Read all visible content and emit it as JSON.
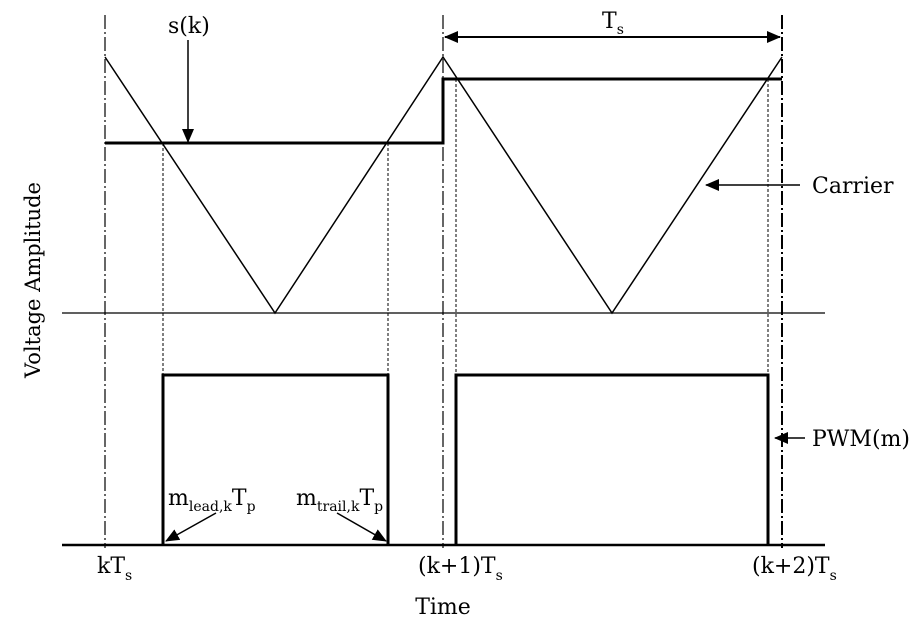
{
  "labels": {
    "signal": "s(k)",
    "period": "T",
    "period_sub": "s",
    "carrier": "Carrier",
    "pwm": "PWM(m)",
    "ylabel": "Voltage Amplitude",
    "xlabel": "Time",
    "lead_m": "m",
    "lead_sub": "lead,k",
    "lead_T": "T",
    "lead_Tsub": "p",
    "trail_m": "m",
    "trail_sub": "trail,k",
    "trail_T": "T",
    "trail_Tsub": "p",
    "tick0": "kT",
    "tick0_sub": "s",
    "tick1": "(k+1)T",
    "tick1_sub": "s",
    "tick2": "(k+2)T",
    "tick2_sub": "s"
  }
}
